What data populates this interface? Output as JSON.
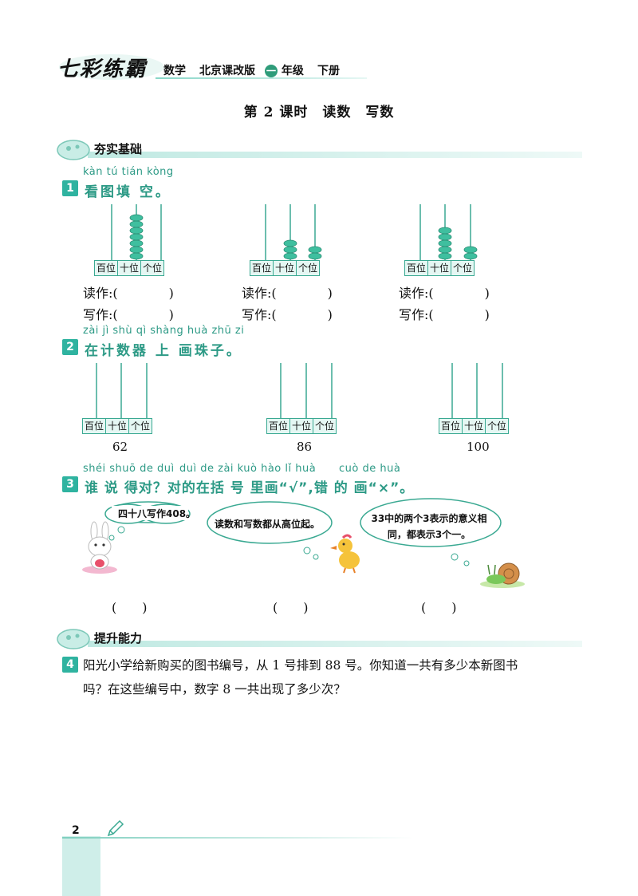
{
  "header": {
    "brand": "七彩练霸",
    "subject": "数学",
    "edition": "北京课改版",
    "grade_digit": "一",
    "grade_label": "年级",
    "volume": "下册"
  },
  "lesson_title": "第 2 课时　读数　写数",
  "section1": {
    "title": "夯实基础"
  },
  "q1": {
    "number": "1",
    "pinyin": "kàn tú tián kòng",
    "text": "看图填 空。",
    "places": [
      "百位",
      "十位",
      "个位"
    ],
    "read_label": "读作:(　　　　)",
    "write_label": "写作:(　　　　)",
    "abacuses": [
      {
        "hundreds": 0,
        "tens": 7,
        "ones": 0
      },
      {
        "hundreds": 0,
        "tens": 3,
        "ones": 2
      },
      {
        "hundreds": 0,
        "tens": 5,
        "ones": 2
      }
    ]
  },
  "q2": {
    "number": "2",
    "pinyin": "zài jì shù qì shàng huà zhū zi",
    "text": "在计数器 上 画珠子。",
    "places": [
      "百位",
      "十位",
      "个位"
    ],
    "numbers": [
      "62",
      "86",
      "100"
    ]
  },
  "q3": {
    "number": "3",
    "pinyin_1": "shéi shuō de duì",
    "pinyin_2": "duì de zài kuò hào lǐ huà",
    "pinyin_3": "cuò de huà",
    "text": "谁 说 得对？对的在括 号 里画“√”,错 的 画“×”。",
    "statements": [
      "四十八写作408。",
      "读数和写数都从高位起。",
      "33中的两个3表示的意义相同，都表示3个一。"
    ],
    "answer_paren": "(　　)"
  },
  "section2": {
    "title": "提升能力"
  },
  "q4": {
    "number": "4",
    "line1": "阳光小学给新购买的图书编号，从 1 号排到 88 号。你知道一共有多少本新图书",
    "line2": "吗？在这些编号中，数字 8 一共出现了多少次？"
  },
  "page_number": "2",
  "colors": {
    "accent": "#2fb3a0",
    "bead": "#3fbf9f",
    "rod": "#3aa992"
  }
}
